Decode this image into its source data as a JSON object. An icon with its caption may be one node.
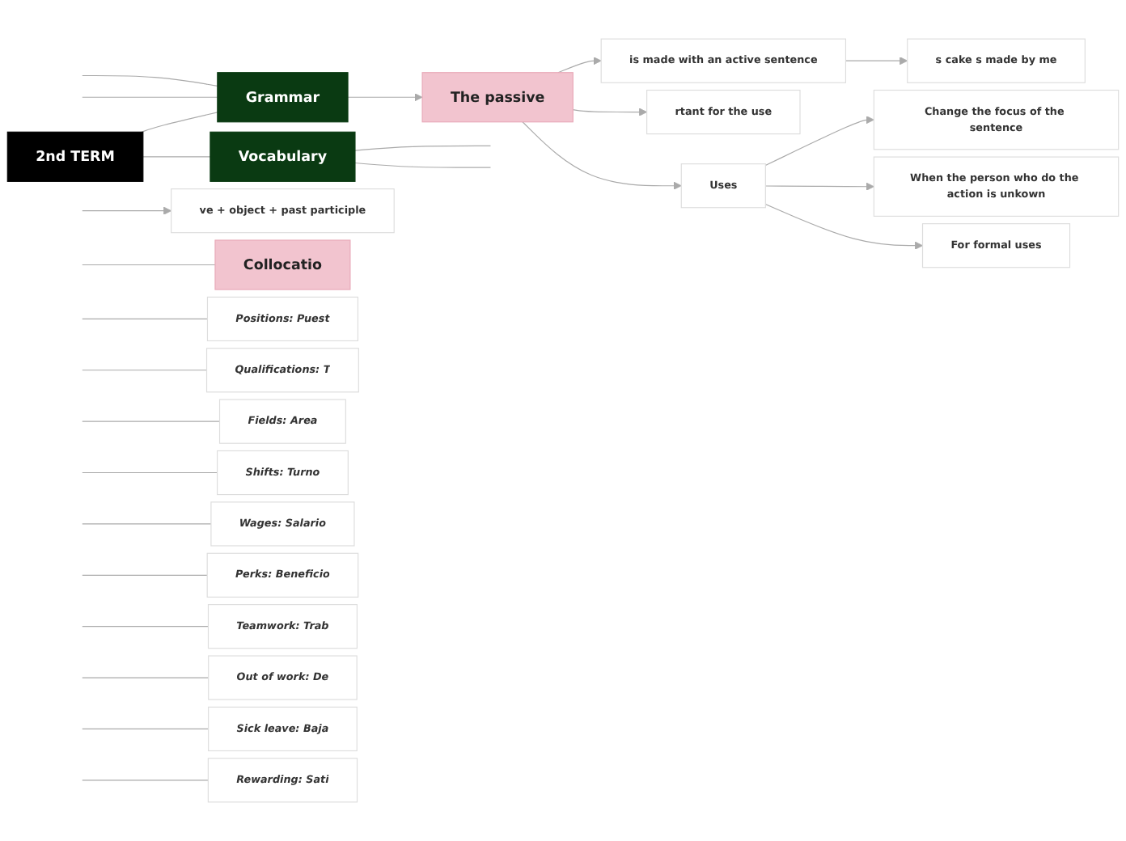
{
  "diagram": {
    "nodes": [
      {
        "text": [
          "2nd TERM"
        ]
      },
      {
        "text": [
          "Vocabulary"
        ]
      },
      {
        "text": [
          "Grammar"
        ]
      },
      {
        "text": [
          "The passive"
        ]
      },
      {
        "text": [
          "is made with an active sentence"
        ]
      },
      {
        "text": [
          "s cake s made by me"
        ]
      },
      {
        "text": [
          "rtant for the use"
        ]
      },
      {
        "text": [
          "Uses"
        ]
      },
      {
        "text": [
          "Change the focus of the sentence"
        ]
      },
      {
        "text": [
          "When the person who do the action is unkown"
        ]
      },
      {
        "text": [
          "For formal uses"
        ]
      },
      {
        "text": [
          "ve + object + past participle"
        ]
      },
      {
        "text": [
          "Collocatio"
        ]
      },
      {
        "text": [
          "Positions: Puest"
        ]
      },
      {
        "text": [
          "Qualifications: T"
        ]
      },
      {
        "text": [
          "Fields: Area"
        ]
      },
      {
        "text": [
          "Shifts: Turno"
        ]
      },
      {
        "text": [
          "Wages: Salario"
        ]
      },
      {
        "text": [
          "Perks: Beneficio"
        ]
      },
      {
        "text": [
          "Teamwork: Trab"
        ]
      },
      {
        "text": [
          "Out of work: De"
        ]
      },
      {
        "text": [
          "Sick leave: Baja"
        ]
      },
      {
        "text": [
          "Rewarding: Sati"
        ]
      }
    ],
    "edges": [
      {
        "from": 0,
        "to": 1,
        "arrow": "none"
      },
      {
        "from": 0,
        "to": 2,
        "arrow": "none"
      },
      {
        "from": 2,
        "to": 3,
        "arrow": "to"
      },
      {
        "from": 2,
        "to": null,
        "arrow": "none"
      },
      {
        "from": 2,
        "to": null,
        "arrow": "none"
      },
      {
        "from": 3,
        "to": 4,
        "arrow": "to"
      },
      {
        "from": 4,
        "to": 5,
        "arrow": "to"
      },
      {
        "from": 3,
        "to": 6,
        "arrow": "to"
      },
      {
        "from": 3,
        "to": 7,
        "arrow": "to"
      },
      {
        "from": 7,
        "to": 8,
        "arrow": "to"
      },
      {
        "from": 7,
        "to": 9,
        "arrow": "to"
      },
      {
        "from": 7,
        "to": 10,
        "arrow": "to"
      },
      {
        "from": null,
        "to": 11,
        "arrow": "to"
      },
      {
        "from": 1,
        "to": null,
        "arrow": "none"
      },
      {
        "from": 1,
        "to": null,
        "arrow": "none"
      },
      {
        "from": null,
        "to": 12,
        "arrow": "none"
      },
      {
        "from": null,
        "to": 13,
        "arrow": "none"
      },
      {
        "from": null,
        "to": 14,
        "arrow": "none"
      },
      {
        "from": null,
        "to": 15,
        "arrow": "none"
      },
      {
        "from": null,
        "to": 16,
        "arrow": "none"
      },
      {
        "from": null,
        "to": 17,
        "arrow": "none"
      },
      {
        "from": null,
        "to": 18,
        "arrow": "none"
      },
      {
        "from": null,
        "to": 19,
        "arrow": "none"
      },
      {
        "from": null,
        "to": 20,
        "arrow": "none"
      },
      {
        "from": null,
        "to": 21,
        "arrow": "none"
      },
      {
        "from": null,
        "to": 22,
        "arrow": "none"
      }
    ]
  }
}
